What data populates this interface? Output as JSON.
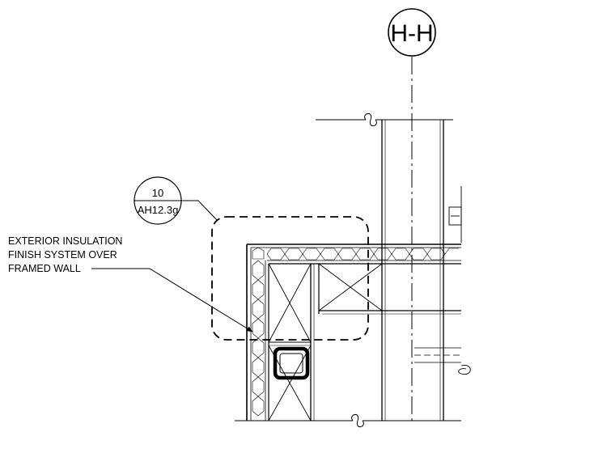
{
  "grid_bubble": {
    "label": "H-H"
  },
  "detail_callout": {
    "number": "10",
    "sheet": "AH12.3g"
  },
  "note": {
    "lines": [
      "EXTERIOR INSULATION",
      "FINISH SYSTEM OVER",
      "FRAMED WALL"
    ]
  },
  "colors": {
    "line": "#000000",
    "background": "#ffffff"
  }
}
